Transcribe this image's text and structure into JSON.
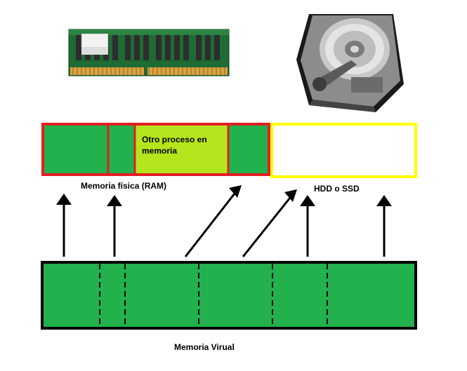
{
  "labels": {
    "ram": "Memoria física (RAM)",
    "storage": "HDD o SSD",
    "virtual": "Memoria Virual",
    "other_process": "Otro proceso en memoria"
  },
  "images": {
    "ram_module": "ram-module-photo",
    "hard_drive": "hard-disk-drive-photo"
  },
  "colors": {
    "ram_border": "#e31e24",
    "storage_border": "#ffff00",
    "block_green": "#22b14c",
    "other_process_fill": "#b5e61d",
    "outline": "#000000"
  }
}
